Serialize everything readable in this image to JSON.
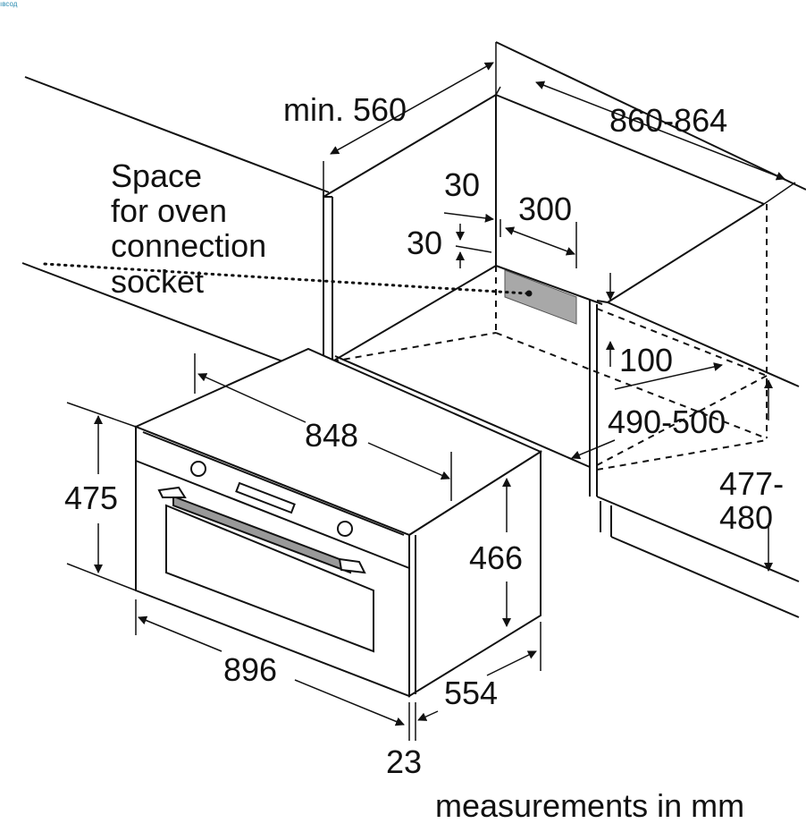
{
  "corner_text": "ıвсод",
  "labels": {
    "socket_line1": "Space",
    "socket_line2": "for oven",
    "socket_line3": "connection",
    "socket_line4": "socket",
    "min_depth": "min. 560",
    "niche_width": "860-864",
    "offset_top": "30",
    "offset_side": "30",
    "socket_width": "300",
    "clearance": "100",
    "niche_depth": "490-500",
    "niche_height_a": "477-",
    "niche_height_b": "480",
    "oven_width_top": "848",
    "oven_height": "475",
    "body_height": "466",
    "oven_width": "896",
    "oven_depth": "554",
    "front_thickness": "23",
    "footer": "measurements in mm"
  }
}
